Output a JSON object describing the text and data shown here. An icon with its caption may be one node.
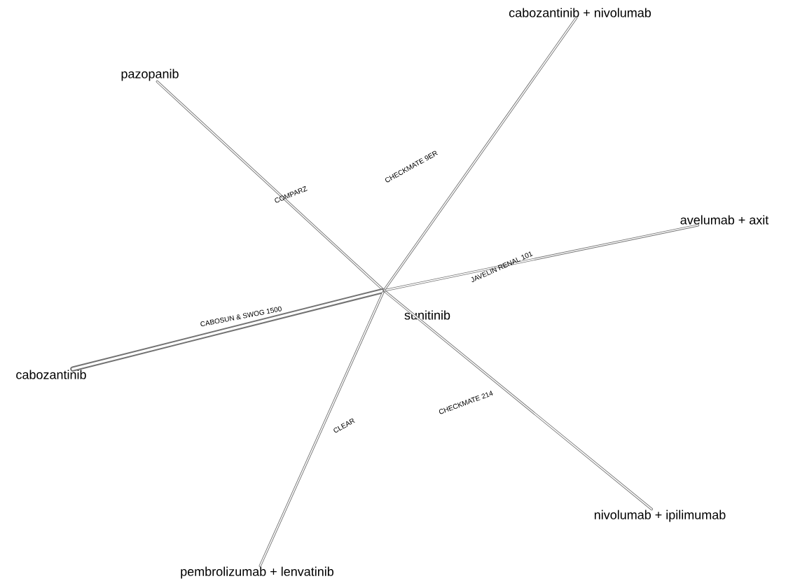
{
  "diagram": {
    "nodes": [
      {
        "text": [
          "cabozantinib + nivolumab"
        ]
      },
      {
        "text": [
          "pazopanib"
        ]
      },
      {
        "text": [
          "avelumab + axit"
        ]
      },
      {
        "text": [],
        "shape": "circle",
        "beside": [
          "sunitinib"
        ]
      },
      {
        "text": [
          "cabozantinib"
        ]
      },
      {
        "text": [
          "nivolumab + ipilimumab"
        ]
      },
      {
        "text": [
          "pembrolizumab + lenvatinib"
        ]
      }
    ],
    "edges": [
      {
        "from": 3,
        "to": 0,
        "arrow": "none",
        "label": "CHECKMATE 9ER"
      },
      {
        "from": 3,
        "to": 1,
        "arrow": "none",
        "label": "COMPARZ"
      },
      {
        "from": 3,
        "to": 2,
        "arrow": "none",
        "label": "JAVELIN RENAL 101"
      },
      {
        "from": 3,
        "to": 4,
        "arrow": "none",
        "label": "CABOSUN & SWOG 1500",
        "style": "thick"
      },
      {
        "from": 3,
        "to": 5,
        "arrow": "none",
        "label": "CHECKMATE 214"
      },
      {
        "from": 3,
        "to": 6,
        "arrow": "none",
        "label": "CLEAR"
      }
    ]
  }
}
